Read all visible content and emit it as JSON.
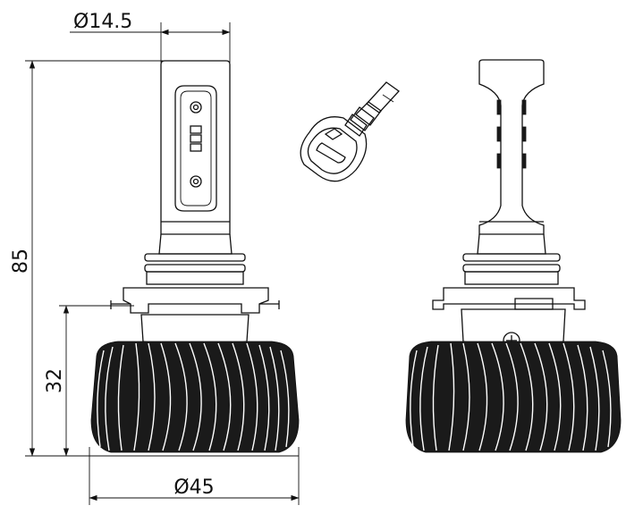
{
  "dimensions": {
    "neck_diameter": "Ø14.5",
    "overall_height": "85",
    "base_height": "32",
    "base_diameter": "Ø45"
  }
}
